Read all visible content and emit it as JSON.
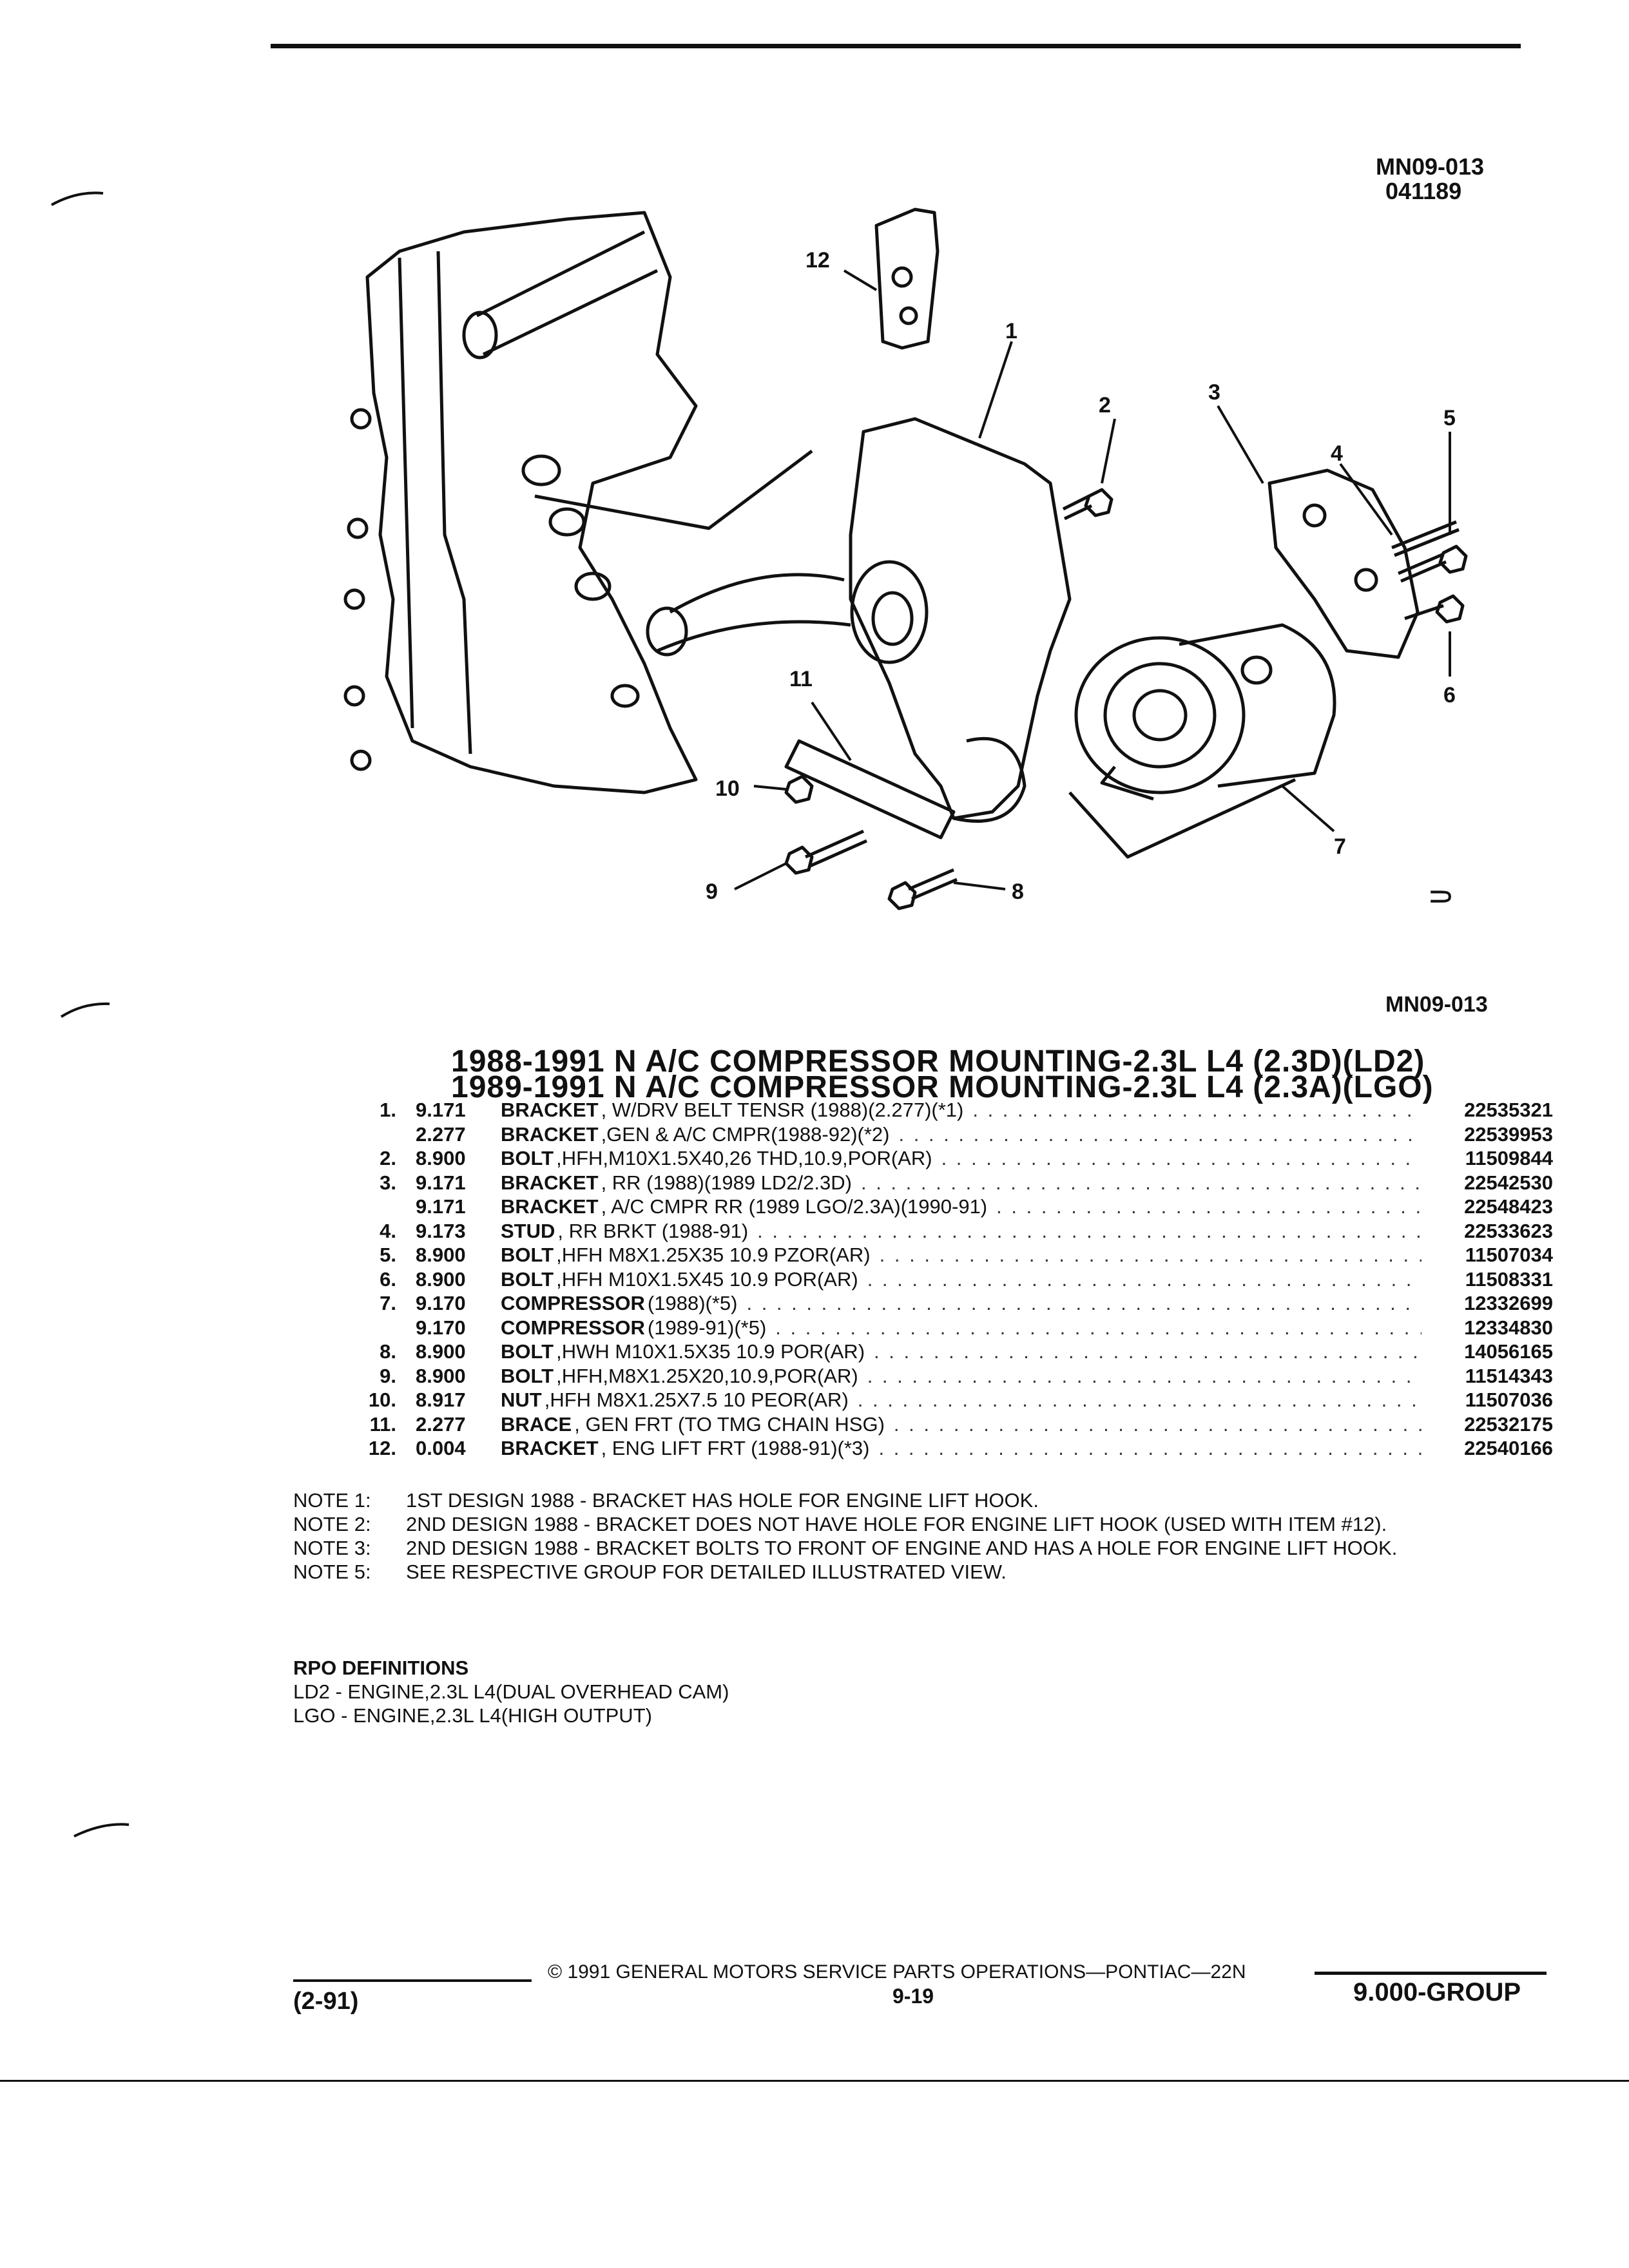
{
  "header": {
    "drawing_id": "MN09-013",
    "drawing_code": "041189"
  },
  "figure": {
    "caption_id": "MN09-013",
    "callouts": [
      "1",
      "2",
      "3",
      "4",
      "5",
      "6",
      "7",
      "8",
      "9",
      "10",
      "11",
      "12"
    ]
  },
  "title": {
    "line1": "1988-1991 N A/C COMPRESSOR MOUNTING-2.3L L4 (2.3D)(LD2)",
    "line2": "1989-1991 N A/C COMPRESSOR MOUNTING-2.3L L4 (2.3A)(LGO)"
  },
  "parts": [
    {
      "num": "1.",
      "code": "9.171",
      "name": "BRACKET",
      "desc": ", W/DRV BELT TENSR (1988)(2.277)(*1)",
      "part": "22535321"
    },
    {
      "num": "",
      "code": "2.277",
      "name": "BRACKET",
      "desc": ",GEN & A/C CMPR(1988-92)(*2)",
      "part": "22539953"
    },
    {
      "num": "2.",
      "code": "8.900",
      "name": "BOLT",
      "desc": ",HFH,M10X1.5X40,26 THD,10.9,POR(AR)",
      "part": "11509844"
    },
    {
      "num": "3.",
      "code": "9.171",
      "name": "BRACKET",
      "desc": ", RR (1988)(1989 LD2/2.3D)",
      "part": "22542530"
    },
    {
      "num": "",
      "code": "9.171",
      "name": "BRACKET",
      "desc": ", A/C CMPR RR (1989 LGO/2.3A)(1990-91)",
      "part": "22548423"
    },
    {
      "num": "4.",
      "code": "9.173",
      "name": "STUD",
      "desc": ", RR BRKT (1988-91)",
      "part": "22533623"
    },
    {
      "num": "5.",
      "code": "8.900",
      "name": "BOLT",
      "desc": ",HFH M8X1.25X35 10.9 PZOR(AR)",
      "part": "11507034"
    },
    {
      "num": "6.",
      "code": "8.900",
      "name": "BOLT",
      "desc": ",HFH M10X1.5X45 10.9 POR(AR)",
      "part": "11508331"
    },
    {
      "num": "7.",
      "code": "9.170",
      "name": "COMPRESSOR",
      "desc": "(1988)(*5)",
      "part": "12332699"
    },
    {
      "num": "",
      "code": "9.170",
      "name": "COMPRESSOR",
      "desc": "(1989-91)(*5)",
      "part": "12334830"
    },
    {
      "num": "8.",
      "code": "8.900",
      "name": "BOLT",
      "desc": ",HWH M10X1.5X35 10.9 POR(AR)",
      "part": "14056165"
    },
    {
      "num": "9.",
      "code": "8.900",
      "name": "BOLT",
      "desc": ",HFH,M8X1.25X20,10.9,POR(AR)",
      "part": "11514343"
    },
    {
      "num": "10.",
      "code": "8.917",
      "name": "NUT",
      "desc": ",HFH M8X1.25X7.5 10 PEOR(AR)",
      "part": "11507036"
    },
    {
      "num": "11.",
      "code": "2.277",
      "name": "BRACE",
      "desc": ", GEN FRT (TO TMG CHAIN HSG)",
      "part": "22532175"
    },
    {
      "num": "12.",
      "code": "0.004",
      "name": "BRACKET",
      "desc": ", ENG LIFT FRT (1988-91)(*3)",
      "part": "22540166"
    }
  ],
  "notes": [
    {
      "label": "NOTE 1:",
      "text": "1ST DESIGN 1988 - BRACKET HAS HOLE FOR ENGINE LIFT HOOK."
    },
    {
      "label": "NOTE 2:",
      "text": "2ND DESIGN 1988 - BRACKET DOES NOT HAVE HOLE FOR ENGINE LIFT HOOK (USED WITH ITEM #12)."
    },
    {
      "label": "NOTE 3:",
      "text": "2ND DESIGN 1988 - BRACKET BOLTS TO FRONT OF ENGINE AND HAS A HOLE FOR ENGINE LIFT HOOK."
    },
    {
      "label": "NOTE 5:",
      "text": "SEE RESPECTIVE GROUP FOR DETAILED ILLUSTRATED VIEW."
    }
  ],
  "rpo": {
    "heading": "RPO DEFINITIONS",
    "lines": [
      "LD2 - ENGINE,2.3L L4(DUAL OVERHEAD CAM)",
      "LGO - ENGINE,2.3L L4(HIGH OUTPUT)"
    ]
  },
  "footer": {
    "date": "(2-91)",
    "copyright": "© 1991 GENERAL MOTORS SERVICE PARTS OPERATIONS—PONTIAC—22N",
    "page": "9-19",
    "group": "9.000-GROUP"
  }
}
